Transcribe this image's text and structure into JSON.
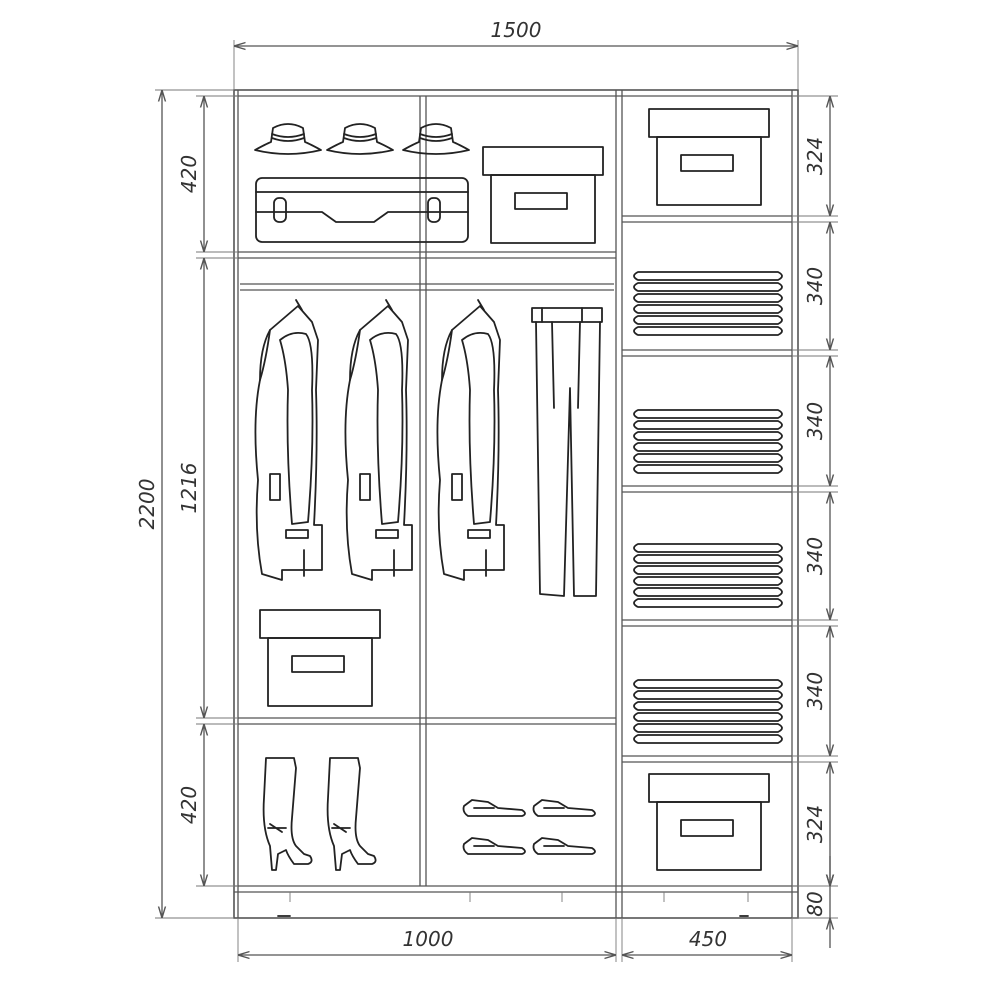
{
  "dimensions": {
    "total_width": "1500",
    "total_height": "2200",
    "left_top": "420",
    "left_middle": "1216",
    "left_bottom": "420",
    "bottom_left_width": "1000",
    "bottom_right_width": "450",
    "right_shelves": [
      "324",
      "340",
      "340",
      "340",
      "340",
      "324",
      "80"
    ]
  }
}
